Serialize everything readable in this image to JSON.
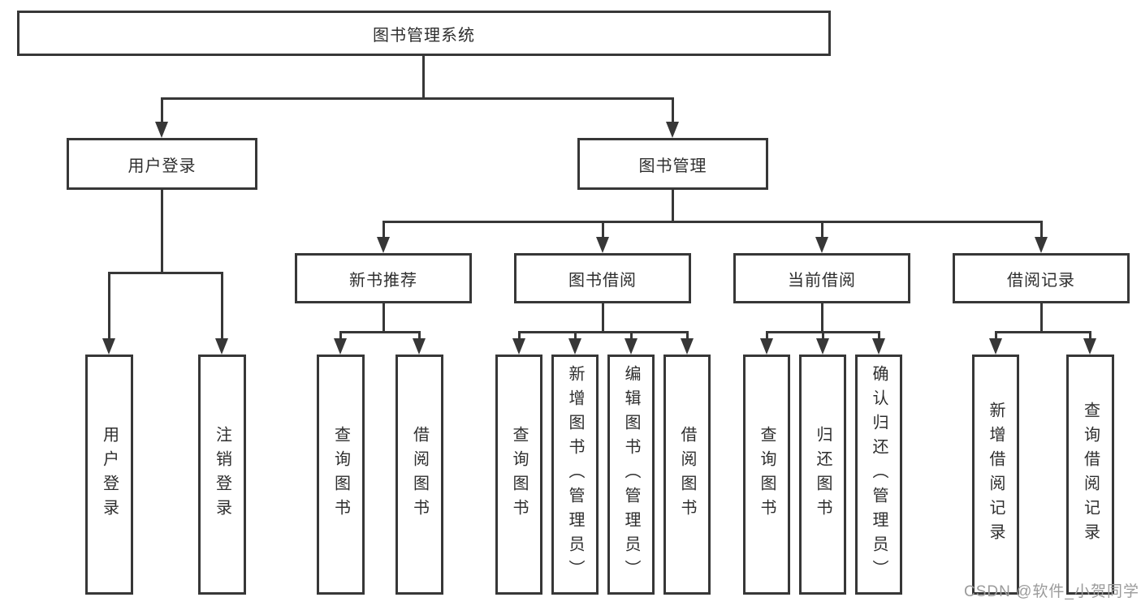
{
  "root": "图书管理系统",
  "level2": [
    "用户登录",
    "图书管理"
  ],
  "level3": [
    "新书推荐",
    "图书借阅",
    "当前借阅",
    "借阅记录"
  ],
  "leaves": {
    "g1": [
      "用户登录",
      "注销登录"
    ],
    "g2": [
      "查询图书",
      "借阅图书"
    ],
    "g3": [
      "查询图书",
      "新增图书（管理员）",
      "编辑图书（管理员）",
      "借阅图书"
    ],
    "g4": [
      "查询图书",
      "归还图书",
      "确认归还（管理员）"
    ],
    "g5": [
      "新增借阅记录",
      "查询借阅记录"
    ]
  },
  "watermark": "CSDN @软件_小贺同学",
  "colors": {
    "line": "#373737",
    "text": "#2e2e2e",
    "watermark": "#9b9b9b",
    "background": "#ffffff"
  }
}
